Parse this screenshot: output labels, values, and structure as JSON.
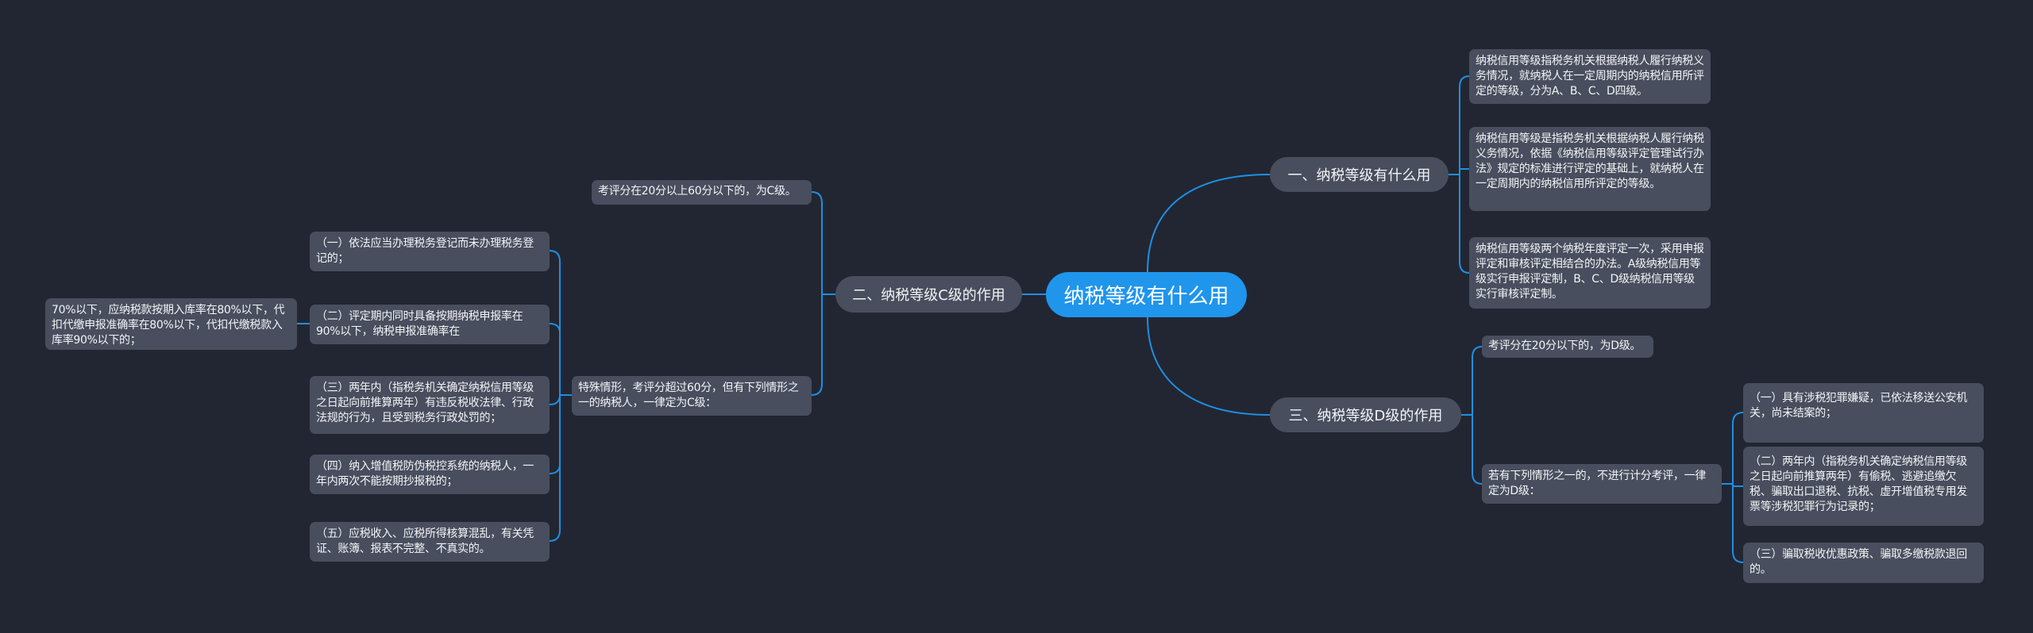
{
  "root": {
    "label": "纳税等级有什么用"
  },
  "branches": [
    {
      "label": "一、纳税等级有什么用",
      "children": [
        "纳税信用等级指税务机关根据纳税人履行纳税义务情况，就纳税人在一定周期内的纳税信用所评定的等级，分为A、B、C、D四级。",
        "纳税信用等级是指税务机关根据纳税人履行纳税义务情况，依据《纳税信用等级评定管理试行办法》规定的标准进行评定的基础上，就纳税人在一定周期内的纳税信用所评定的等级。",
        "纳税信用等级两个纳税年度评定一次，采用申报评定和审核评定相结合的办法。A级纳税信用等级实行申报评定制，B、C、D级纳税信用等级实行审核评定制。"
      ]
    },
    {
      "label": "二、纳税等级C级的作用",
      "children": [
        {
          "text": "考评分在20分以上60分以下的，为C级。"
        },
        {
          "text": "特殊情形，考评分超过60分，但有下列情形之一的纳税人，一律定为C级：",
          "children": [
            {
              "text": "（一）依法应当办理税务登记而未办理税务登记的；"
            },
            {
              "text": "（二）评定期内同时具备按期纳税申报率在90%以下，纳税申报准确率在",
              "children": [
                "70%以下，应纳税款按期入库率在80%以下，代扣代缴申报准确率在80%以下，代扣代缴税款入库率90%以下的；"
              ]
            },
            {
              "text": "（三）两年内（指税务机关确定纳税信用等级之日起向前推算两年）有违反税收法律、行政法规的行为，且受到税务行政处罚的；"
            },
            {
              "text": "（四）纳入增值税防伪税控系统的纳税人，一年内两次不能按期抄报税的；"
            },
            {
              "text": "（五）应税收入、应税所得核算混乱，有关凭证、账簿、报表不完整、不真实的。"
            }
          ]
        }
      ]
    },
    {
      "label": "三、纳税等级D级的作用",
      "children": [
        {
          "text": "考评分在20分以下的，为D级。"
        },
        {
          "text": "若有下列情形之一的，不进行计分考评，一律定为D级：",
          "children": [
            "（一）具有涉税犯罪嫌疑，已依法移送公安机关，尚未结案的；",
            "（二）两年内（指税务机关确定纳税信用等级之日起向前推算两年）有偷税、逃避追缴欠税、骗取出口退税、抗税、虚开增值税专用发票等涉税犯罪行为记录的；",
            "（三）骗取税收优惠政策、骗取多缴税款退回的。"
          ]
        }
      ]
    }
  ],
  "colors": {
    "background": "#222632",
    "node": "#484e5d",
    "accent": "#1f95ec"
  }
}
